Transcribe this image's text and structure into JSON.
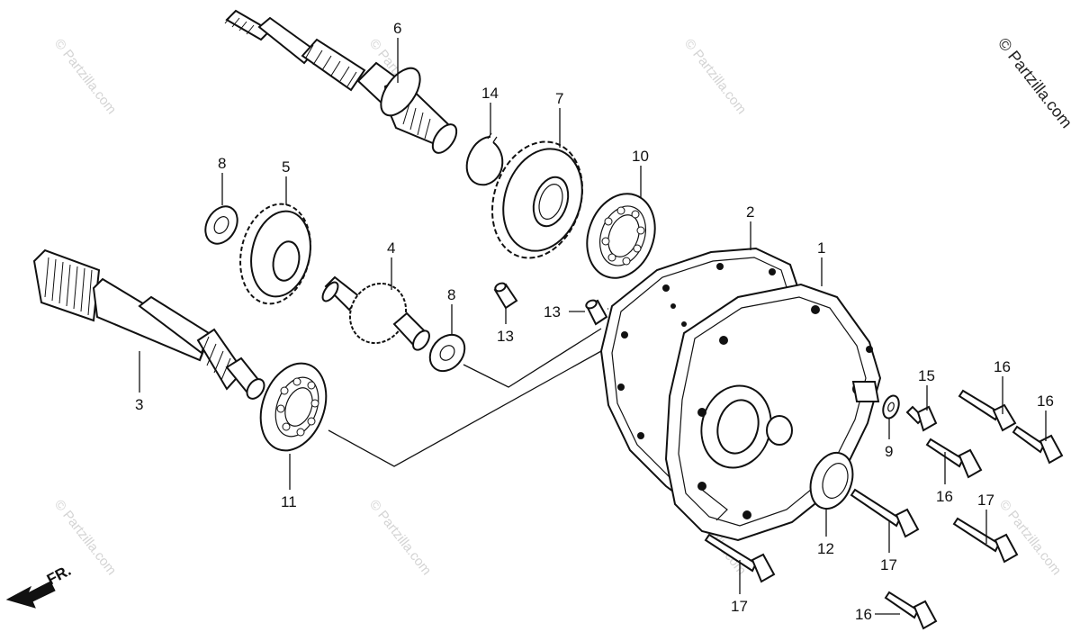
{
  "copyright": "© Partzilla.com",
  "watermark": "© Partzilla.com",
  "direction": {
    "label": "FR."
  },
  "callouts": {
    "c1": "1",
    "c2": "2",
    "c3": "3",
    "c4": "4",
    "c5": "5",
    "c6": "6",
    "c7": "7",
    "c8a": "8",
    "c8b": "8",
    "c9": "9",
    "c10": "10",
    "c11": "11",
    "c12": "12",
    "c13a": "13",
    "c13b": "13",
    "c14": "14",
    "c15": "15",
    "c16a": "16",
    "c16b": "16",
    "c16c": "16",
    "c16d": "16",
    "c17a": "17",
    "c17b": "17",
    "c17c": "17"
  }
}
